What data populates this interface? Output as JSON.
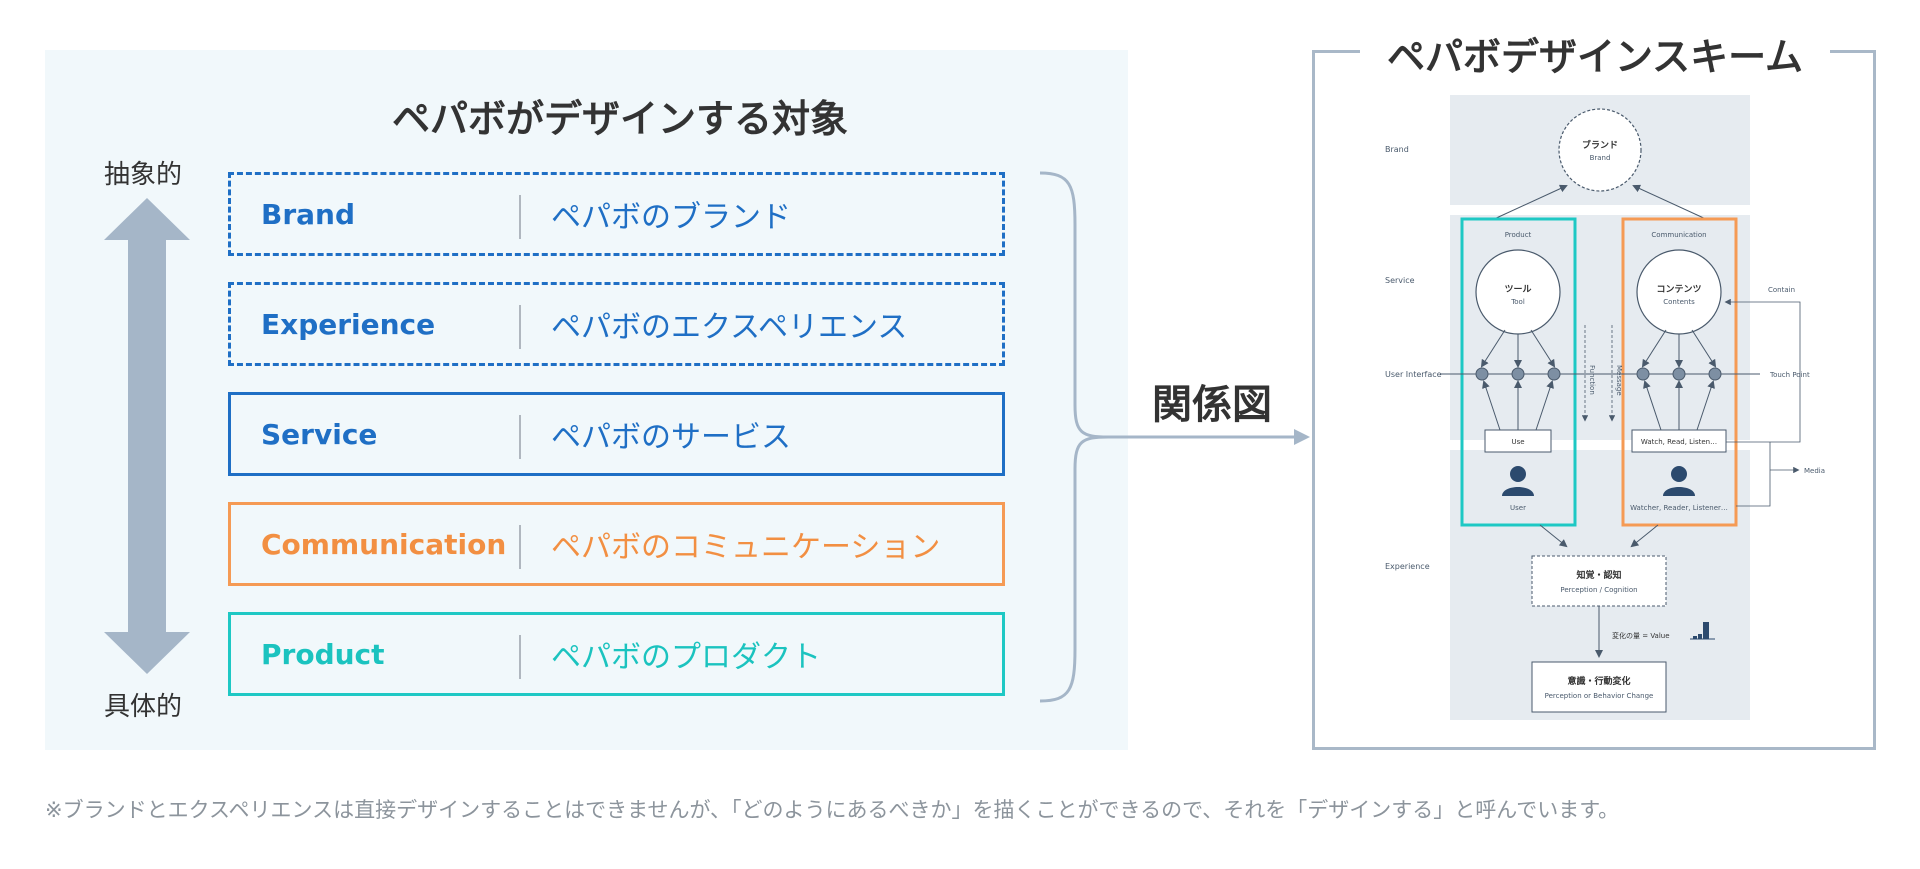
{
  "left": {
    "title": "ペパボがデザインする対象",
    "abstract_label": "抽象的",
    "concrete_label": "具体的",
    "layers": [
      {
        "en": "Brand",
        "jp": "ペパボのブランド"
      },
      {
        "en": "Experience",
        "jp": "ペパボのエクスペリエンス"
      },
      {
        "en": "Service",
        "jp": "ペパボのサービス"
      },
      {
        "en": "Communication",
        "jp": "ペパボのコミュニケーション"
      },
      {
        "en": "Product",
        "jp": "ペパボのプロダクト"
      }
    ]
  },
  "relation_label": "関係図",
  "right": {
    "title": "ペパボデザインスキーム",
    "row_labels": {
      "brand": "Brand",
      "service": "Service",
      "user_interface": "User Interface",
      "experience": "Experience"
    },
    "brand_node": {
      "jp": "ブランド",
      "en": "Brand"
    },
    "product": {
      "header": "Product",
      "node_jp": "ツール",
      "node_en": "Tool",
      "action": "Use",
      "user": "User"
    },
    "communication": {
      "header": "Communication",
      "node_jp": "コンテンツ",
      "node_en": "Contents",
      "action": "Watch, Read, Listen…",
      "user": "Watcher, Reader, Listener…"
    },
    "function_label": "Function",
    "message_label": "Message",
    "contain_label": "Contain",
    "touch_point_label": "Touch Point",
    "media_label": "Media",
    "perception": {
      "jp": "知覚・認知",
      "en": "Perception / Cognition"
    },
    "value_label": "変化の量 = Value",
    "behavior": {
      "jp": "意識・行動変化",
      "en": "Perception or Behavior Change"
    }
  },
  "footnote": "※ブランドとエクスペリエンスは直接デザインすることはできませんが、「どのようにあるべきか」を描くことができるので、それを「デザインする」と呼んでいます。",
  "colors": {
    "blue": "#1f6fc5",
    "orange": "#f59a54",
    "teal": "#1ec8c4",
    "panel_bg": "#f1f8fb",
    "arrow_gray": "#a5b6c8"
  }
}
